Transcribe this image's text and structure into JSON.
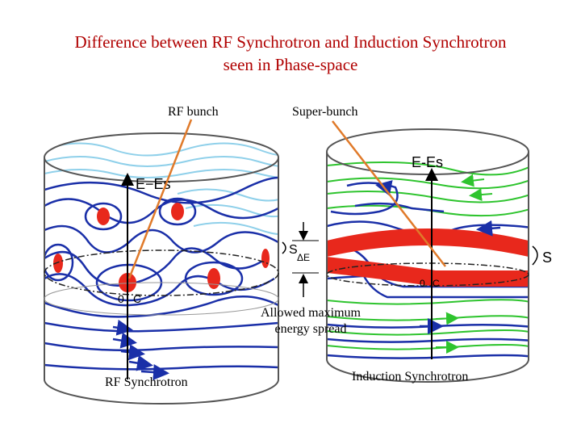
{
  "title_line1": "Difference between RF Synchrotron and Induction Synchrotron",
  "title_line2": "seen in Phase-space",
  "labels": {
    "rf_bunch": "RF bunch",
    "super_bunch": "Super-bunch",
    "allowed_line1": "Allowed maximum",
    "allowed_line2": "energy spread",
    "rf_synchrotron": "RF Synchrotron",
    "induction_synchrotron": "Induction Synchrotron"
  },
  "left_cylinder": {
    "axis_label": "E−Es",
    "origin_label": "0",
    "c_label": "C",
    "s_label": "S"
  },
  "right_cylinder": {
    "axis_label": "E-Es",
    "delta_e_label": "ΔE",
    "s_label": "S",
    "origin_label": "0",
    "c_label": "C"
  },
  "colors": {
    "title": "#b00000",
    "trajectory_blue": "#1a2fa8",
    "trajectory_light": "#8fd0ea",
    "trajectory_green": "#2ec42e",
    "bunch_red": "#e8281c",
    "pointer_orange": "#e07a2a"
  }
}
